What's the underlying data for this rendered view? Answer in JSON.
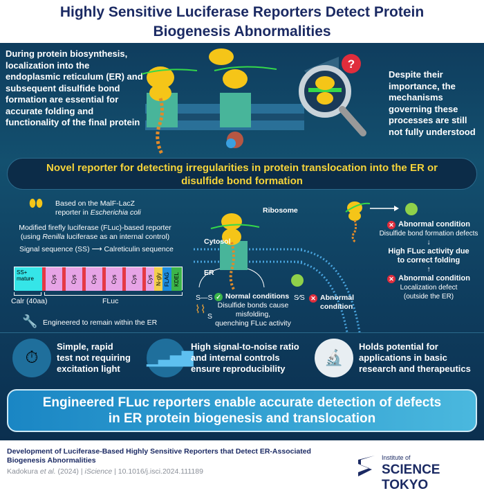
{
  "title": {
    "line1": "Highly Sensitive Luciferase Reporters Detect Protein",
    "line2": "Biogenesis Abnormalities"
  },
  "top": {
    "left_text": "During protein biosynthesis, localization into the endoplasmic reticulum (ER) and subsequent disulfide bond formation are essential for accurate folding and functionality of the final protein",
    "question_mark": "?",
    "right_text": "Despite their importance, the mechanisms governing these processes are still not fully understood"
  },
  "banner": {
    "line1": "Novel reporter for detecting irregularities in protein translocation into the ER or",
    "line2": "disulfide bond formation"
  },
  "reporter": {
    "based_on_1": "Based on the MalF-LacZ",
    "based_on_2": "reporter in ",
    "based_on_species": "Escherichia coli",
    "modified_1": "Modified firefly luciferase (FLuc)-based reporter",
    "modified_2a": "(using ",
    "modified_2_italic": "Renilla",
    "modified_2b": " luciferase as an internal control)",
    "signal": "Signal sequence (SS) ⟶ Calreticulin sequence",
    "segments": {
      "ss": "SS+",
      "mature": "mature",
      "cys": "Cys",
      "ngly": "N-gly",
      "flag": "FLAG",
      "kdel": "KDEL"
    },
    "calr_label": "Calr (40aa)",
    "fluc_label": "FLuc",
    "engineered": "Engineered to remain within the ER"
  },
  "membrane": {
    "ribosome": "Ribosome",
    "cytosol": "Cytosol",
    "er": "ER",
    "ss": "S—S",
    "ss_broken": "S⁄S",
    "s": "S",
    "normal_title": "Normal conditions",
    "normal_desc1": "Disulfide bonds cause",
    "normal_desc2": "misfolding,",
    "normal_desc3": "quenching FLuc activity",
    "abnormal_1": "Abnormal",
    "abnormal_2": "condition"
  },
  "right": {
    "abn1_title": "Abnormal condition",
    "abn1_desc": "Disulfide bond formation defects",
    "arrow_down": "↓",
    "high1": "High FLuc activity due",
    "high2": "to correct folding",
    "arrow_up": "↑",
    "abn2_title": "Abnormal condition",
    "abn2_desc1": "Localization defect",
    "abn2_desc2": "(outside the ER)"
  },
  "features": [
    {
      "line1": "Simple, rapid",
      "line2": "test not requiring",
      "line3": "excitation light"
    },
    {
      "line1": "High signal-to-noise ratio",
      "line2": "and internal controls",
      "line3": "ensure reproducibility"
    },
    {
      "line1": "Holds potential for",
      "line2": "applications in basic",
      "line3": "research and therapeutics"
    }
  ],
  "conclusion": {
    "line1": "Engineered FLuc reporters enable accurate detection of defects",
    "line2": "in ER protein biogenesis and translocation"
  },
  "footer": {
    "paper_title1": "Development of Luciferase-Based Highly Sensitive Reporters that Detect ER-Associated",
    "paper_title2": "Biogenesis Abnormalities",
    "author": "Kadokura ",
    "etal": "et al.",
    "year": " (2024) | ",
    "journal": "iScience",
    "doi": " | 10.1016/j.isci.2024.111189",
    "logo_small": "Institute of",
    "logo_big": "SCIENCE TOKYO"
  },
  "colors": {
    "navy": "#1b2a63",
    "yellow": "#f6d43a",
    "cyan": "#35e5e8",
    "pink": "#e7a4e6",
    "red": "#e53945",
    "green": "#3cb54a",
    "blue": "#1e8fe0"
  }
}
